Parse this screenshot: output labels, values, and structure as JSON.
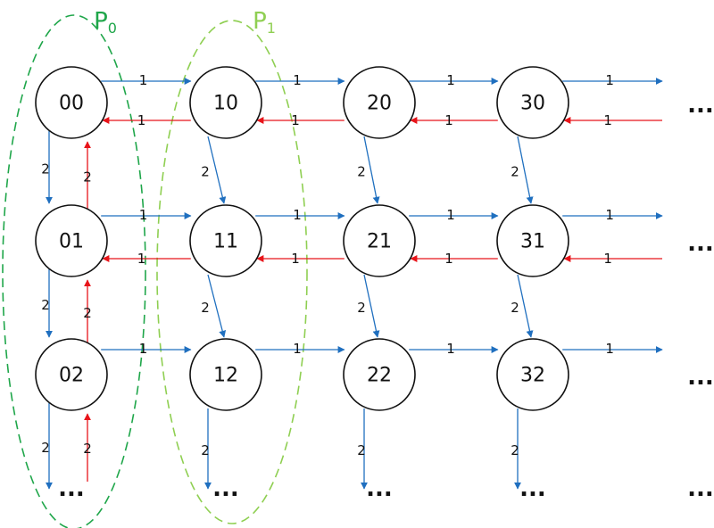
{
  "colors": {
    "forward_edge": "#1f6fbf",
    "backward_edge": "#e8141a",
    "p0_outline": "#1fa64a",
    "p1_outline": "#8fcf52",
    "node_stroke": "#111111"
  },
  "groups": [
    {
      "label": "P",
      "subscript": "0"
    },
    {
      "label": "P",
      "subscript": "1"
    }
  ],
  "nodes": [
    [
      "00",
      "01",
      "02"
    ],
    [
      "10",
      "11",
      "12"
    ],
    [
      "20",
      "21",
      "22"
    ],
    [
      "30",
      "31",
      "32"
    ]
  ],
  "edge_labels": {
    "horizontal": "1",
    "vertical": "2"
  },
  "continuation": "..."
}
